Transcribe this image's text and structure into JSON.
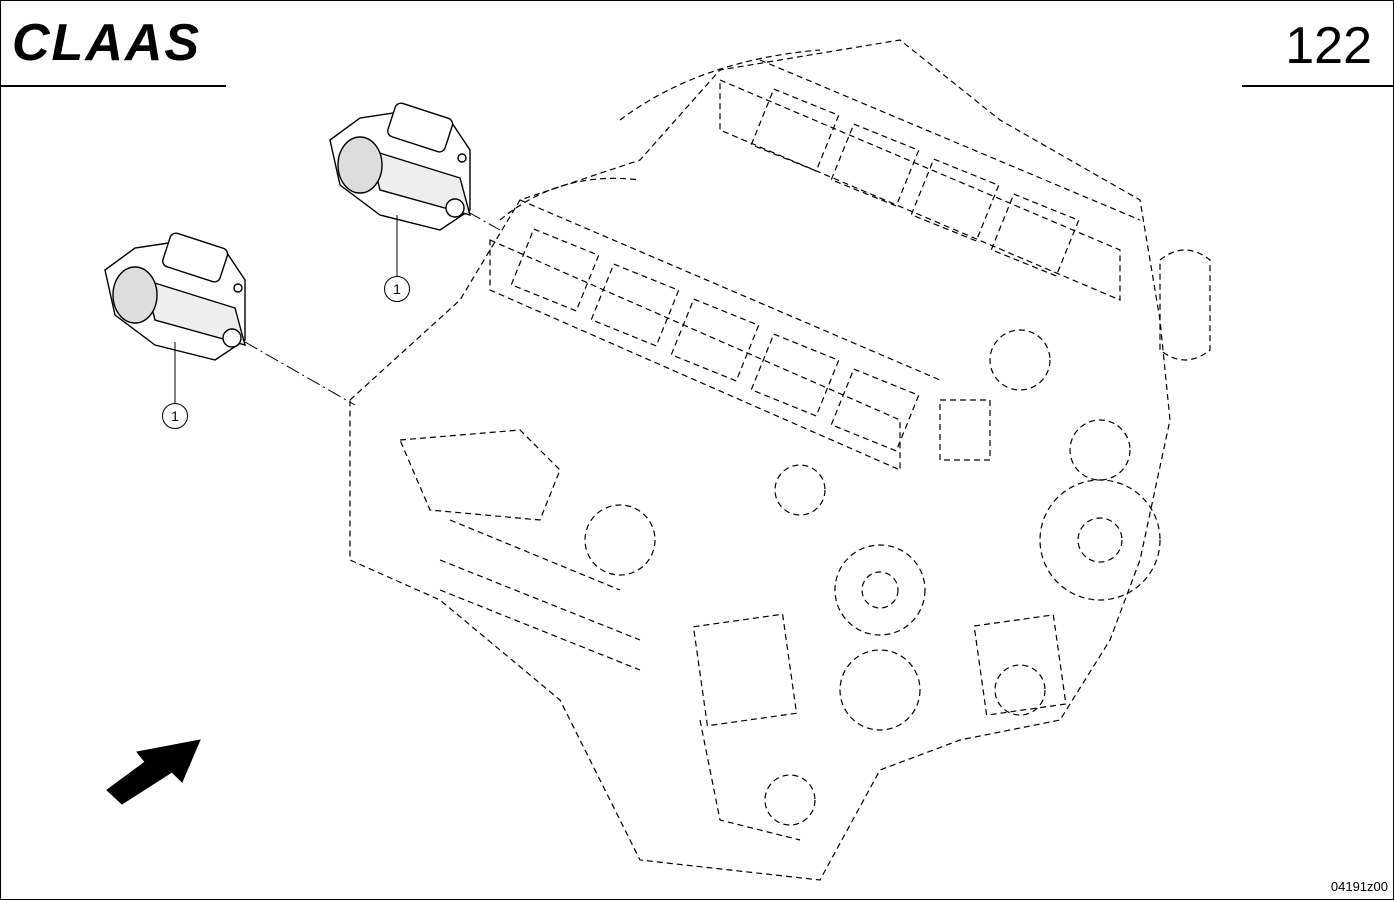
{
  "header": {
    "brand": "CLAAS",
    "page_number": "122"
  },
  "footer": {
    "drawing_id": "04191z00"
  },
  "callouts": [
    {
      "label": "1"
    },
    {
      "label": "1"
    }
  ],
  "icons": {
    "direction": "arrow-icon",
    "logo": "claas-logo-icon"
  }
}
